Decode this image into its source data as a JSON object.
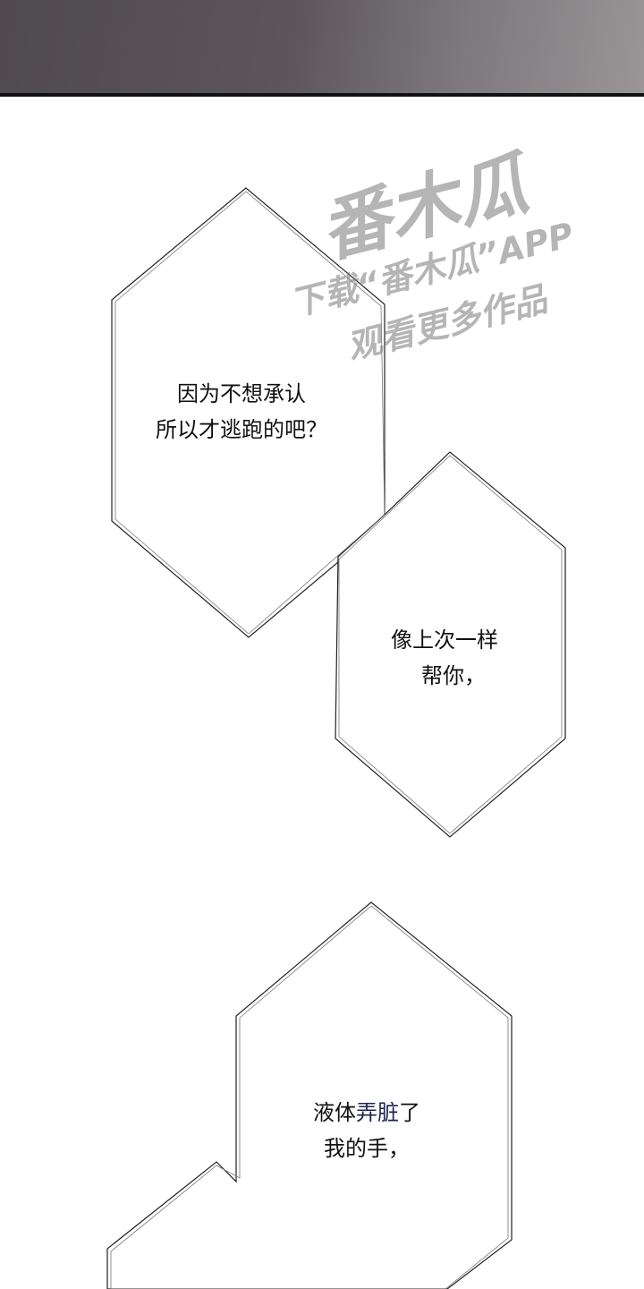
{
  "watermark": {
    "brand": "番木瓜",
    "line1": "下载“番木瓜”APP",
    "line2": "观看更多作品"
  },
  "bubbles": [
    {
      "lines": [
        "因为不想承认",
        "所以才逃跑的吧？"
      ]
    },
    {
      "lines": [
        "像上次一样",
        "帮你，"
      ]
    },
    {
      "line1_a": "液体",
      "line1_b": "弄脏",
      "line1_c": "了",
      "line2": "我的手，"
    }
  ]
}
